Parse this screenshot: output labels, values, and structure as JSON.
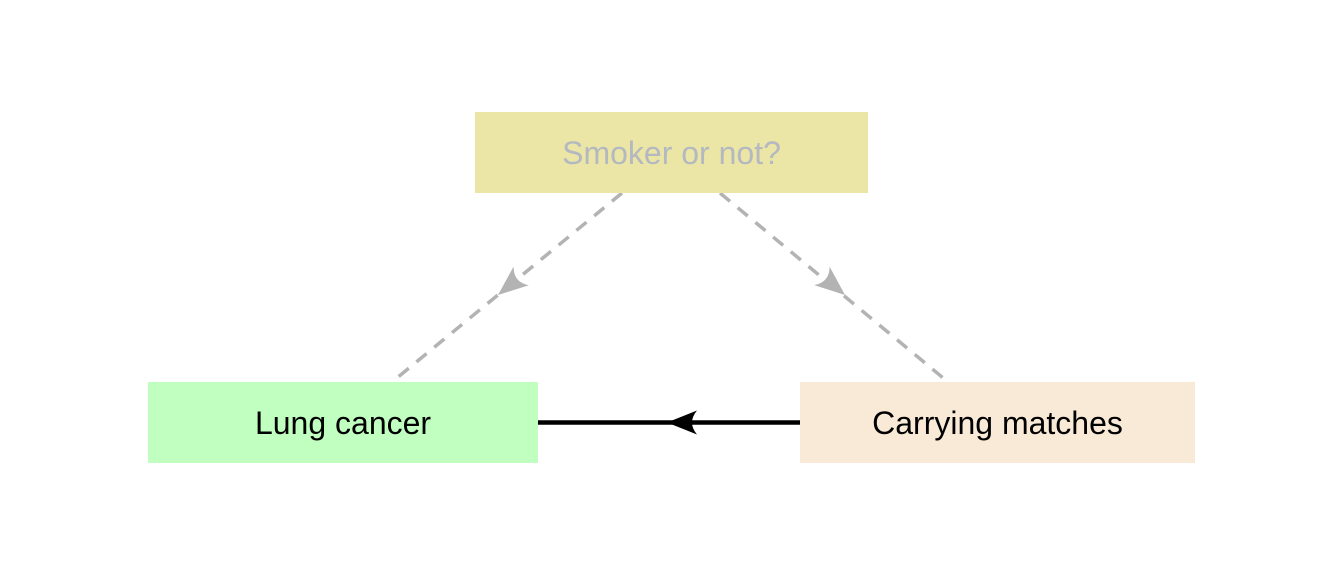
{
  "diagram": {
    "type": "causal-dag",
    "background": "#ffffff",
    "nodes": [
      {
        "id": "smoker",
        "label": "Smoker or not?",
        "fill": "#ebe6a6",
        "text_color": "#b4b8c0",
        "role": "unobserved-confounder"
      },
      {
        "id": "lung-cancer",
        "label": "Lung cancer",
        "fill": "#c0ffc0",
        "text_color": "#000000",
        "role": "outcome"
      },
      {
        "id": "carrying-matches",
        "label": "Carrying matches",
        "fill": "#f9ead7",
        "text_color": "#000000",
        "role": "exposure"
      }
    ],
    "edges": [
      {
        "from": "smoker",
        "to": "lung-cancer",
        "style": "dashed",
        "color": "#b3b3b3"
      },
      {
        "from": "smoker",
        "to": "carrying-matches",
        "style": "dashed",
        "color": "#b3b3b3"
      },
      {
        "from": "carrying-matches",
        "to": "lung-cancer",
        "style": "solid",
        "color": "#000000"
      }
    ]
  }
}
